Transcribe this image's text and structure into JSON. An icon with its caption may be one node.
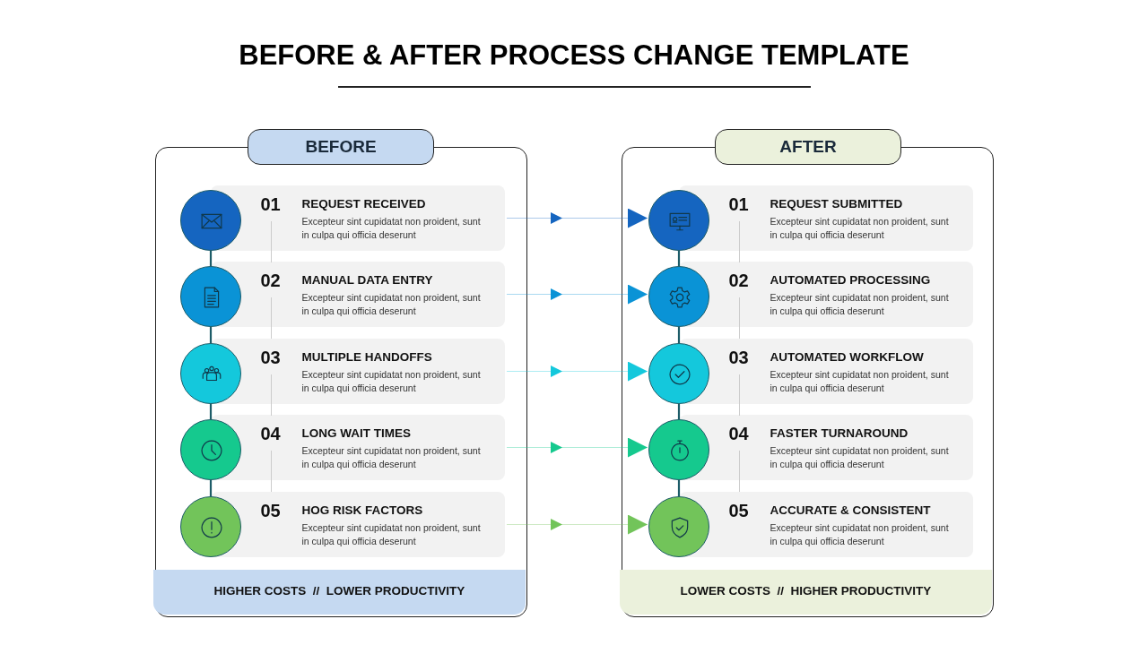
{
  "diagram": {
    "title": "BEFORE & AFTER PROCESS CHANGE TEMPLATE",
    "nodes": [
      {
        "text": [
          "BEFORE"
        ]
      },
      {
        "text": [],
        "shape": "circle",
        "in": 0
      },
      {
        "text": [
          "01",
          "REQUEST RECEIVED",
          "Excepteur sint cupidatat non proident, sunt in culpa qui officia deserunt"
        ],
        "in": 0
      },
      {
        "text": [],
        "shape": "circle",
        "in": 0
      },
      {
        "text": [
          "02",
          "MANUAL DATA ENTRY",
          "Excepteur sint cupidatat non proident, sunt in culpa qui officia deserunt"
        ],
        "in": 0
      },
      {
        "text": [],
        "shape": "circle",
        "in": 0
      },
      {
        "text": [
          "03",
          "MULTIPLE HANDOFFS",
          "Excepteur sint cupidatat non proident, sunt in culpa qui officia deserunt"
        ],
        "in": 0
      },
      {
        "text": [],
        "shape": "circle",
        "in": 0
      },
      {
        "text": [
          "04",
          "LONG WAIT TIMES",
          "Excepteur sint cupidatat non proident, sunt in culpa qui officia deserunt"
        ],
        "in": 0
      },
      {
        "text": [],
        "shape": "circle",
        "in": 0
      },
      {
        "text": [
          "05",
          "HOG RISK FACTORS",
          "Excepteur sint cupidatat non proident, sunt in culpa qui officia deserunt"
        ],
        "in": 0
      },
      {
        "text": [
          "HIGHER COSTS  //  LOWER PRODUCTIVITY"
        ],
        "in": 0
      },
      {
        "text": [
          "AFTER"
        ]
      },
      {
        "text": [],
        "shape": "circle",
        "in": 12
      },
      {
        "text": [
          "01",
          "REQUEST SUBMITTED",
          "Excepteur sint cupidatat non proident, sunt in culpa qui officia deserunt"
        ],
        "in": 12
      },
      {
        "text": [],
        "shape": "circle",
        "in": 12
      },
      {
        "text": [
          "02",
          "AUTOMATED PROCESSING",
          "Excepteur sint cupidatat non proident, sunt in culpa qui officia deserunt"
        ],
        "in": 12
      },
      {
        "text": [],
        "shape": "circle",
        "in": 12
      },
      {
        "text": [
          "03",
          "AUTOMATED WORKFLOW",
          "Excepteur sint cupidatat non proident, sunt in culpa qui officia deserunt"
        ],
        "in": 12
      },
      {
        "text": [],
        "shape": "circle",
        "in": 12
      },
      {
        "text": [
          "04",
          "FASTER TURNAROUND",
          "Excepteur sint cupidatat non proident, sunt in culpa qui officia deserunt"
        ],
        "in": 12
      },
      {
        "text": [],
        "shape": "circle",
        "in": 12
      },
      {
        "text": [
          "05",
          "ACCURATE & CONSISTENT",
          "Excepteur sint cupidatat non proident, sunt in culpa qui officia deserunt"
        ],
        "in": 12
      },
      {
        "text": [
          "LOWER COSTS  //  HIGHER PRODUCTIVITY"
        ],
        "in": 12
      }
    ],
    "edges": [
      {
        "from": 1,
        "to": 3,
        "arrow": "none"
      },
      {
        "from": 3,
        "to": 5,
        "arrow": "none"
      },
      {
        "from": 5,
        "to": 7,
        "arrow": "none"
      },
      {
        "from": 7,
        "to": 9,
        "arrow": "none"
      },
      {
        "from": 13,
        "to": 15,
        "arrow": "none"
      },
      {
        "from": 15,
        "to": 17,
        "arrow": "none"
      },
      {
        "from": 17,
        "to": 19,
        "arrow": "none"
      },
      {
        "from": 19,
        "to": 21,
        "arrow": "none"
      },
      {
        "from": 2,
        "to": 13,
        "arrow": "to",
        "color": "#1565c0"
      },
      {
        "from": 4,
        "to": 15,
        "arrow": "to",
        "color": "#0a93d6"
      },
      {
        "from": 6,
        "to": 17,
        "arrow": "to",
        "color": "#14c8dc"
      },
      {
        "from": 8,
        "to": 19,
        "arrow": "to",
        "color": "#15c98e"
      },
      {
        "from": 10,
        "to": 21,
        "arrow": "to",
        "color": "#72c45a"
      }
    ]
  }
}
